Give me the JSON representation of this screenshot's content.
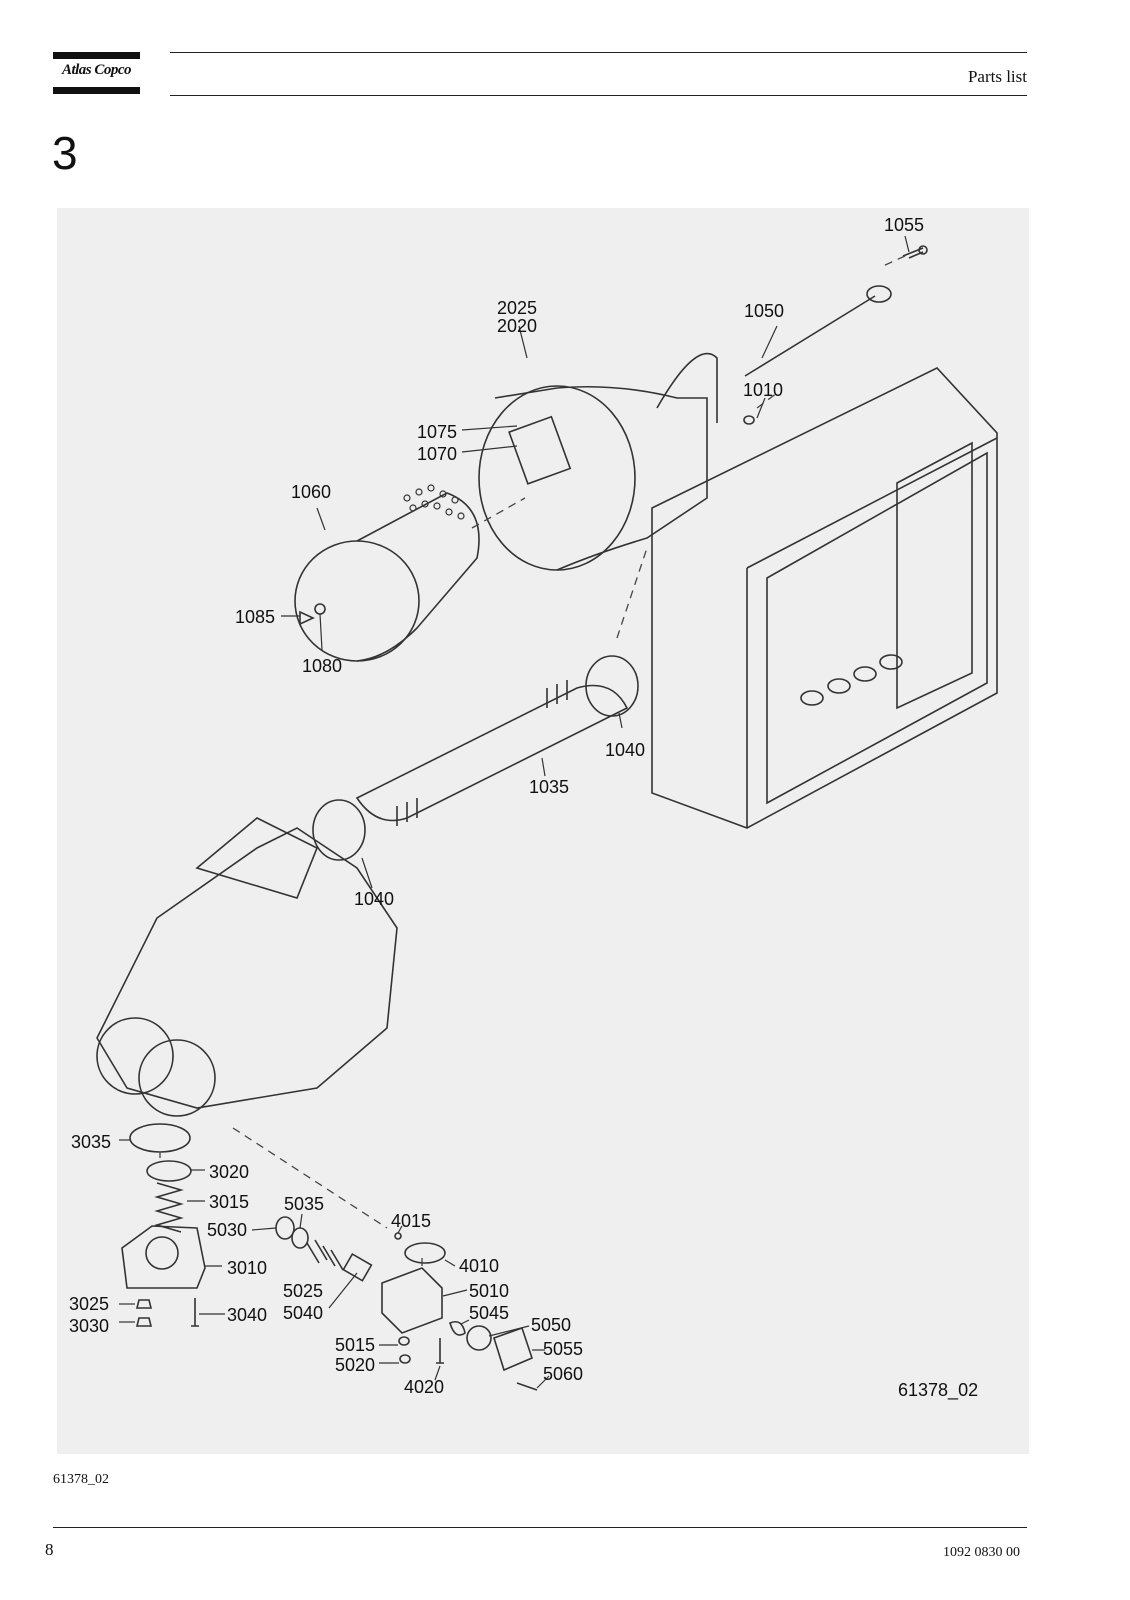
{
  "header": {
    "logo_text": "Atlas Copco",
    "section_title": "Parts list"
  },
  "section_number": "3",
  "figure": {
    "drawing_id": "61378_02",
    "callouts": {
      "c1055": "1055",
      "c1050": "1050",
      "c2025": "2025",
      "c2020": "2020",
      "c1010": "1010",
      "c1075": "1075",
      "c1070": "1070",
      "c1060": "1060",
      "c1085": "1085",
      "c1080": "1080",
      "c1040a": "1040",
      "c1035": "1035",
      "c1040b": "1040",
      "c3035": "3035",
      "c3020": "3020",
      "c3015": "3015",
      "c5035": "5035",
      "c5030": "5030",
      "c4015": "4015",
      "c4010": "4010",
      "c3010": "3010",
      "c5025": "5025",
      "c5040": "5040",
      "c5010": "5010",
      "c5045": "5045",
      "c3025": "3025",
      "c3030": "3030",
      "c3040": "3040",
      "c5050": "5050",
      "c5015": "5015",
      "c5020": "5020",
      "c5055": "5055",
      "c4020": "4020",
      "c5060": "5060"
    }
  },
  "caption": "61378_02",
  "footer": {
    "page_number": "8",
    "document_number": "1092 0830 00"
  }
}
